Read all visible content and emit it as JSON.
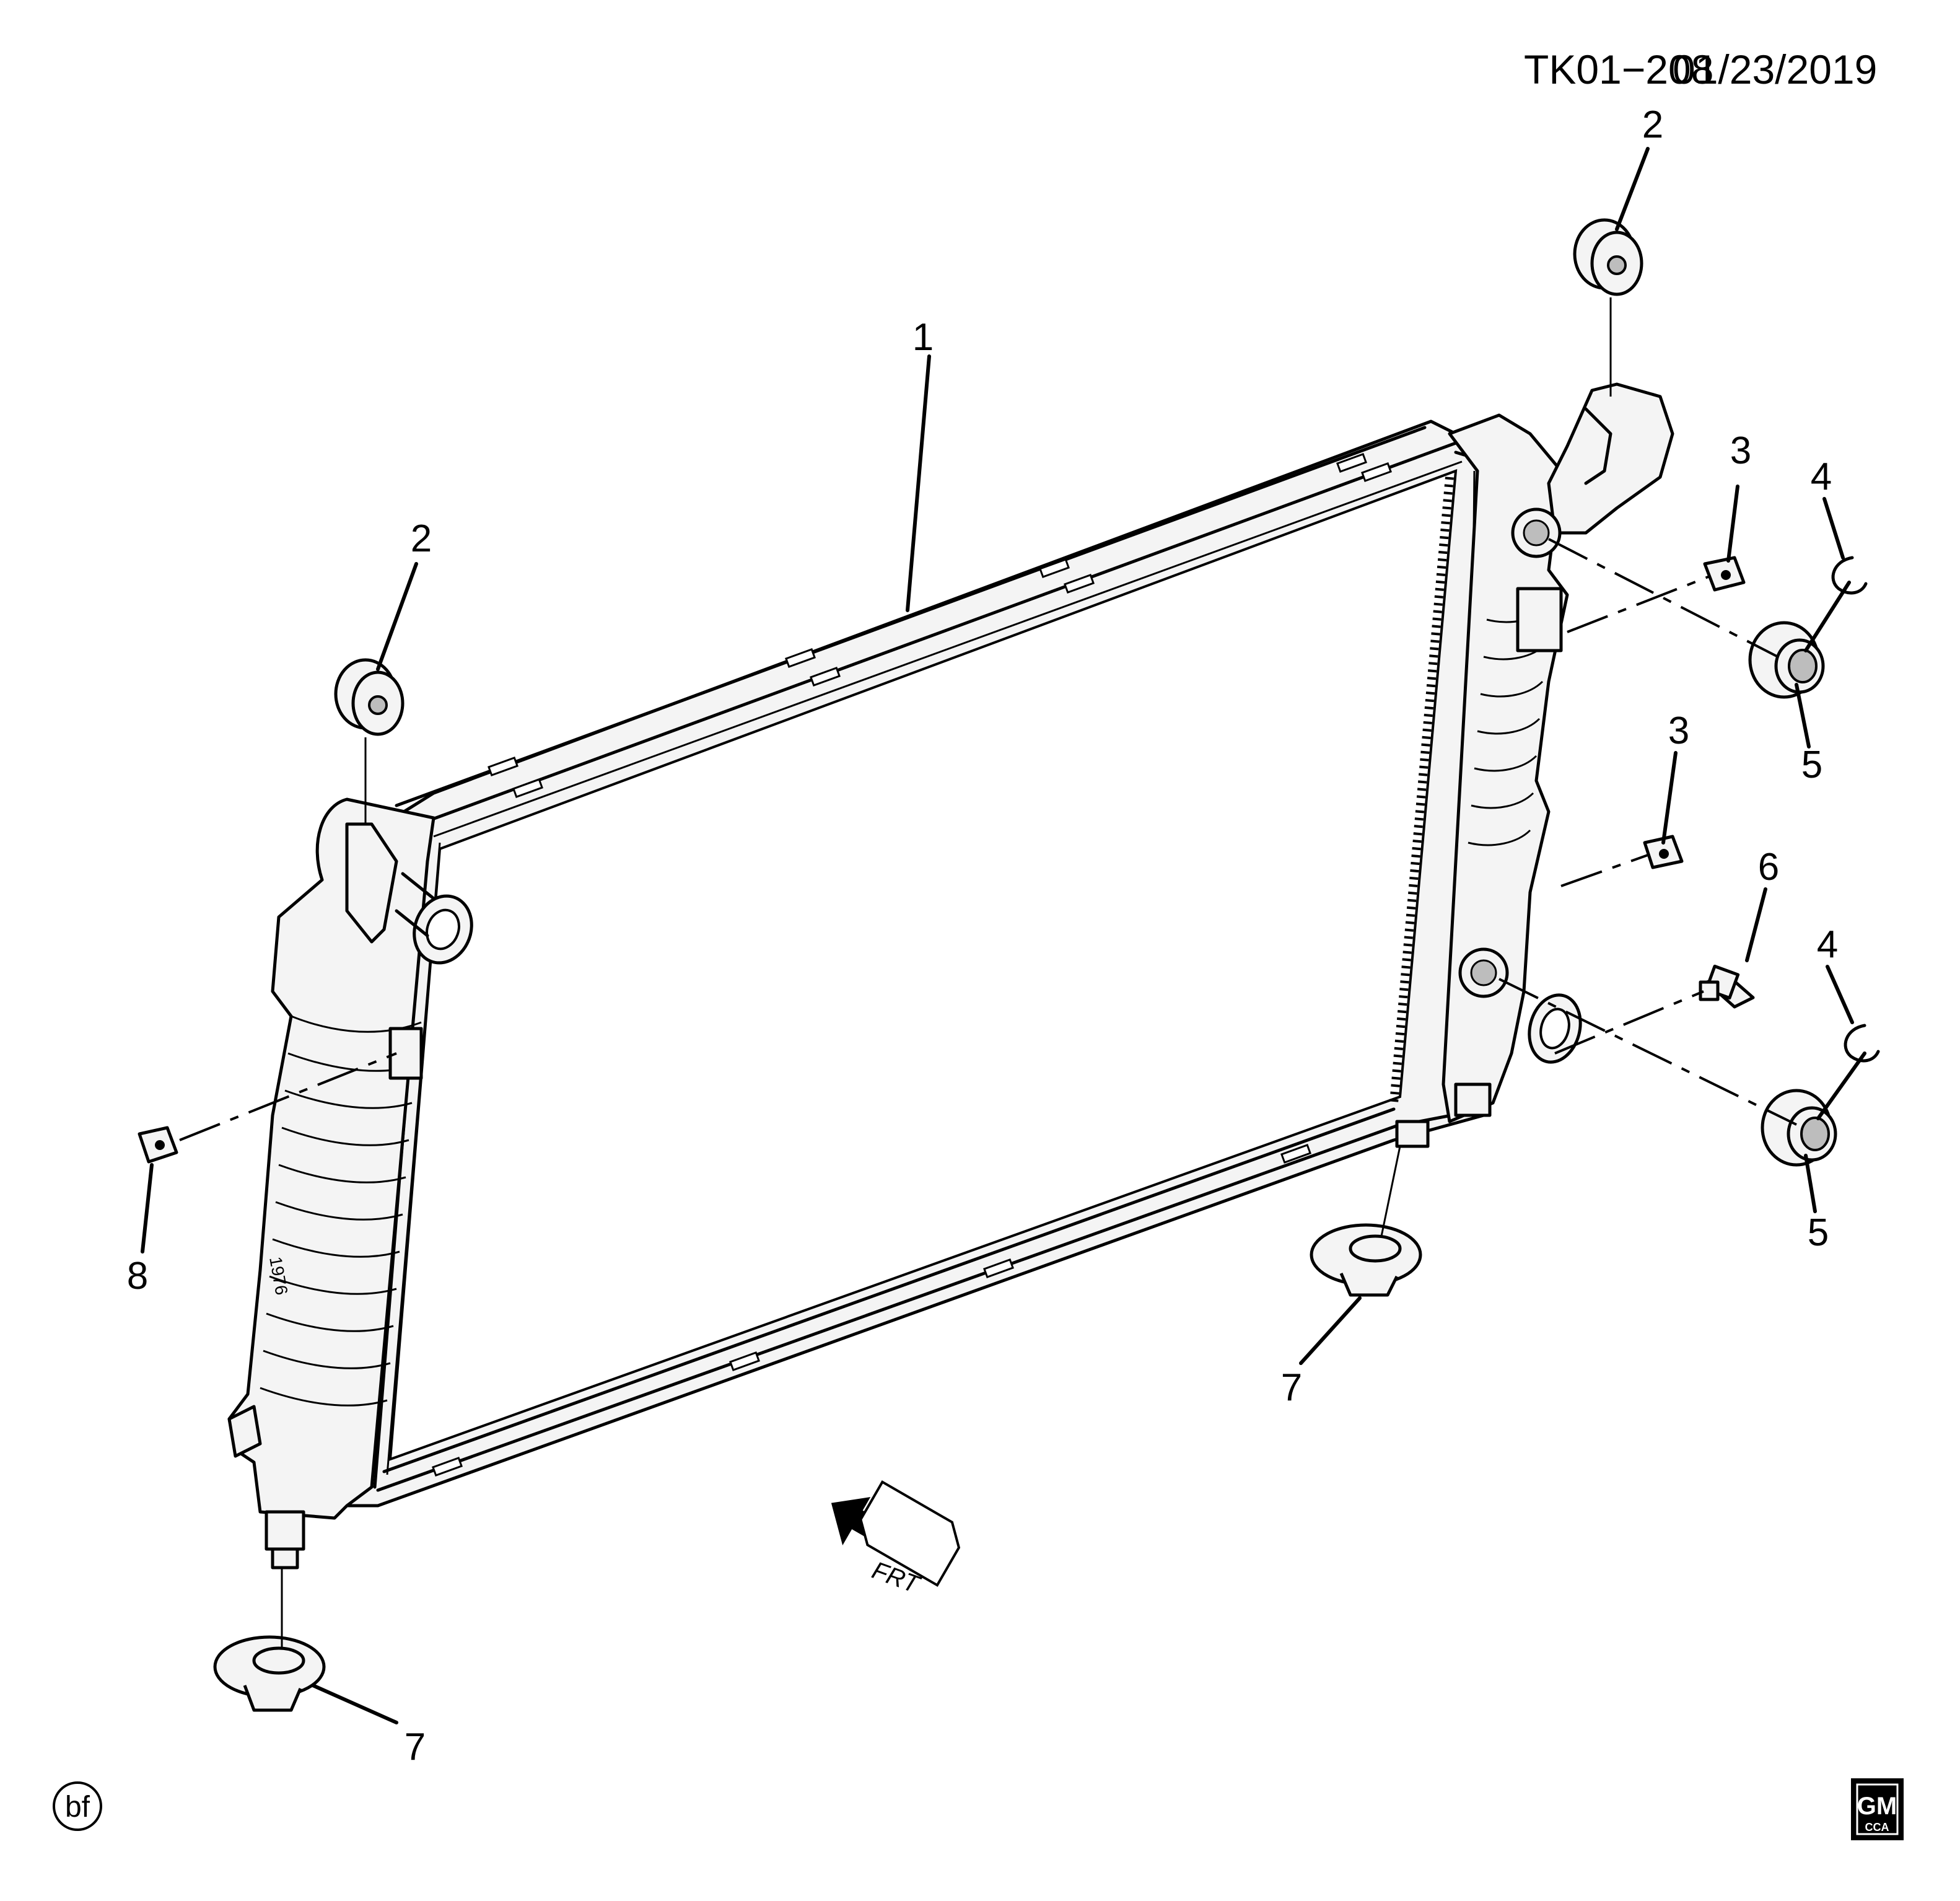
{
  "header": {
    "drawing_code": "TK01−208",
    "date": "01/23/2019"
  },
  "callouts": [
    {
      "id": "c1",
      "label": "1"
    },
    {
      "id": "c2a",
      "label": "2"
    },
    {
      "id": "c2b",
      "label": "2"
    },
    {
      "id": "c3a",
      "label": "3"
    },
    {
      "id": "c3b",
      "label": "3"
    },
    {
      "id": "c4a",
      "label": "4"
    },
    {
      "id": "c4b",
      "label": "4"
    },
    {
      "id": "c5a",
      "label": "5"
    },
    {
      "id": "c5b",
      "label": "5"
    },
    {
      "id": "c6",
      "label": "6"
    },
    {
      "id": "c7a",
      "label": "7"
    },
    {
      "id": "c7b",
      "label": "7"
    },
    {
      "id": "c8",
      "label": "8"
    }
  ],
  "tank_marking": "1976",
  "front_indicator": "FRT",
  "footer": {
    "initials_badge": "bf",
    "logo": {
      "top": "GM",
      "bottom": "CCA"
    }
  }
}
